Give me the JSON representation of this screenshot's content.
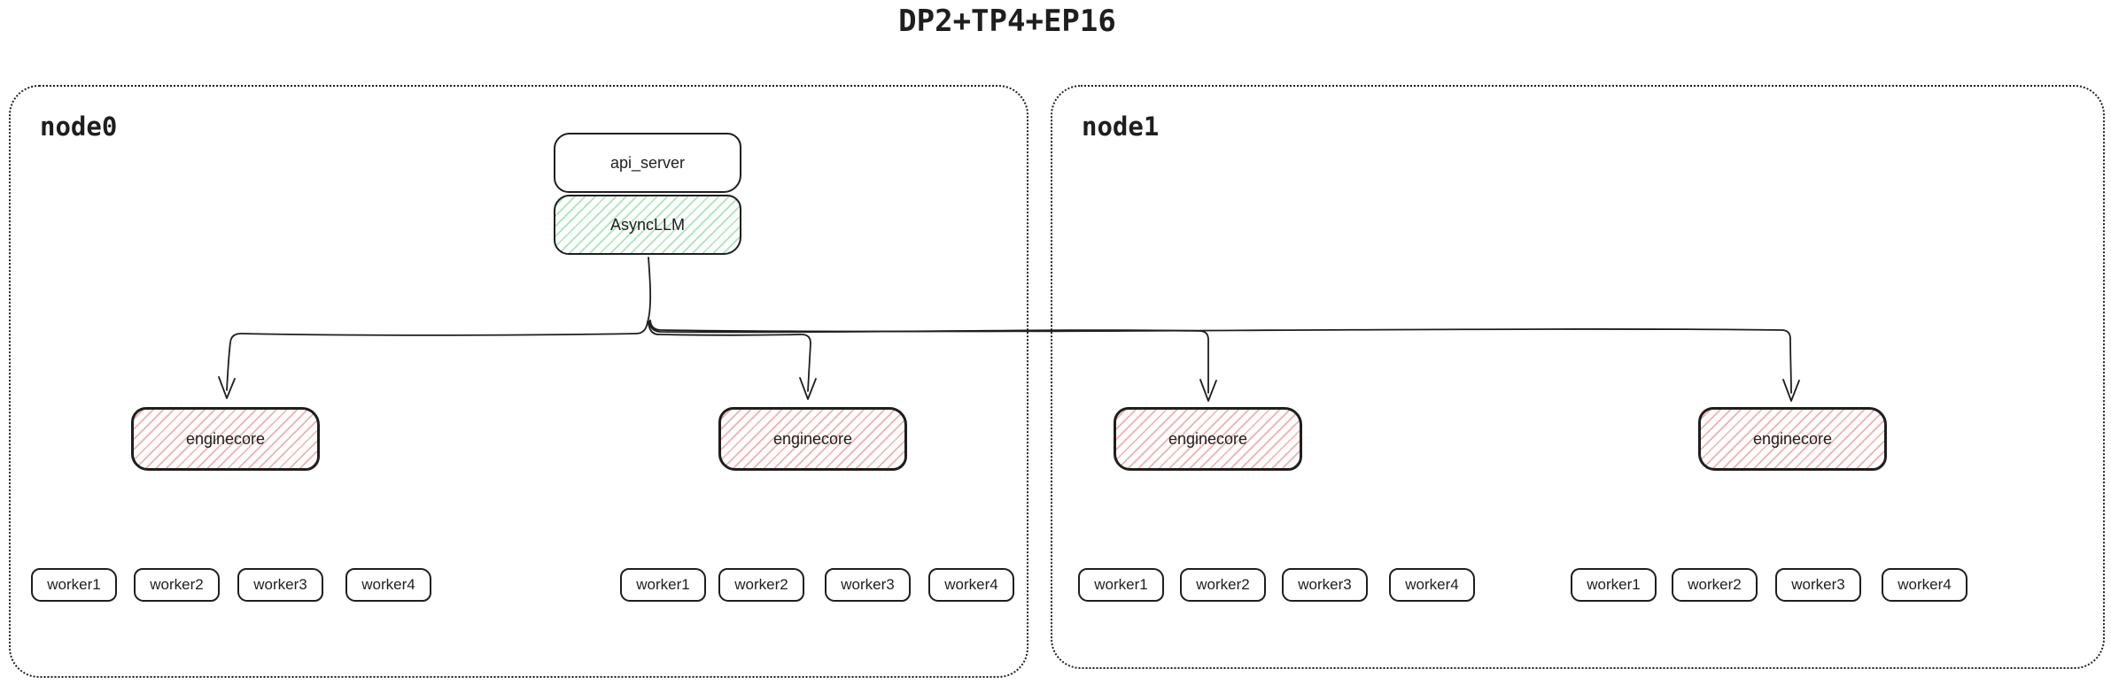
{
  "title": "DP2+TP4+EP16",
  "nodes": [
    {
      "label": "node0"
    },
    {
      "label": "node1"
    }
  ],
  "stack": {
    "api_server": "api_server",
    "async_llm": "AsyncLLM"
  },
  "enginecores": [
    "enginecore",
    "enginecore",
    "enginecore",
    "enginecore"
  ],
  "worker_groups": [
    [
      "worker1",
      "worker2",
      "worker3",
      "worker4"
    ],
    [
      "worker1",
      "worker2",
      "worker3",
      "worker4"
    ],
    [
      "worker1",
      "worker2",
      "worker3",
      "worker4"
    ],
    [
      "worker1",
      "worker2",
      "worker3",
      "worker4"
    ]
  ],
  "colors": {
    "stroke": "#1e1e1e",
    "red_hachure": "#f2afaf",
    "green_hachure": "#a6e5b8",
    "background": "#ffffff"
  }
}
